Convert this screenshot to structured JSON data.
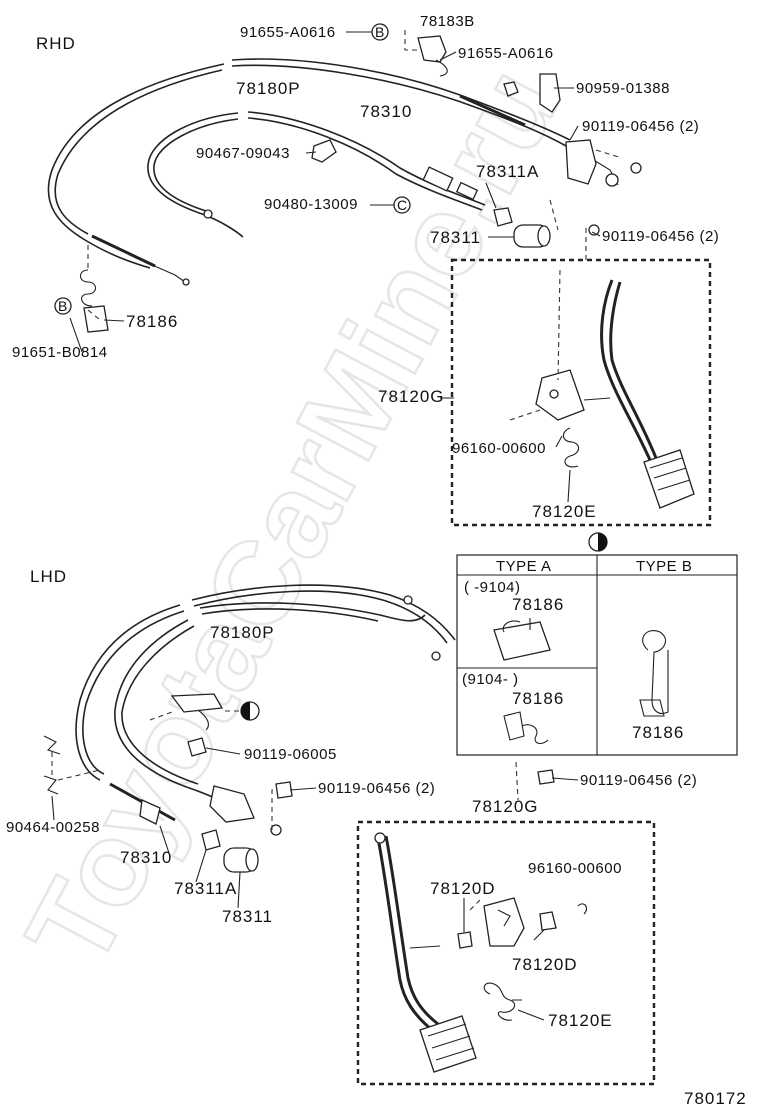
{
  "watermark": "ToyotaCarMine.ru",
  "figure_id": "780172",
  "sections": {
    "rhd": "RHD",
    "lhd": "LHD"
  },
  "callout_marks": {
    "b": "B",
    "c": "C"
  },
  "rhd_labels": {
    "p91655_a": "91655-A0616",
    "p78183b": "78183B",
    "p91655_b": "91655-A0616",
    "p90959": "90959-01388",
    "p78180p": "78180P",
    "p78310": "78310",
    "p90467": "90467-09043",
    "p90119_a": "90119-06456 (2)",
    "p78311a": "78311A",
    "p90480": "90480-13009",
    "p78311": "78311",
    "p90119_b": "90119-06456 (2)",
    "p78186": "78186",
    "p91651": "91651-B0814",
    "p78120g": "78120G",
    "p96160": "96160-00600",
    "p78120e": "78120E"
  },
  "type_table": {
    "type_a": "TYPE  A",
    "type_b": "TYPE  B",
    "range_a1": "(      -9104)",
    "range_a2": "(9104-          )",
    "part_a1": "78186",
    "part_a2": "78186",
    "part_b": "78186"
  },
  "lhd_labels": {
    "p78180p": "78180P",
    "p90119_06005": "90119-06005",
    "p90119_a": "90119-06456 (2)",
    "p90464": "90464-00258",
    "p78310": "78310",
    "p78311a": "78311A",
    "p78311": "78311",
    "p90119_b": "90119-06456 (2)",
    "p78120g": "78120G",
    "p78120d_a": "78120D",
    "p96160": "96160-00600",
    "p78120d_b": "78120D",
    "p78120e": "78120E"
  }
}
